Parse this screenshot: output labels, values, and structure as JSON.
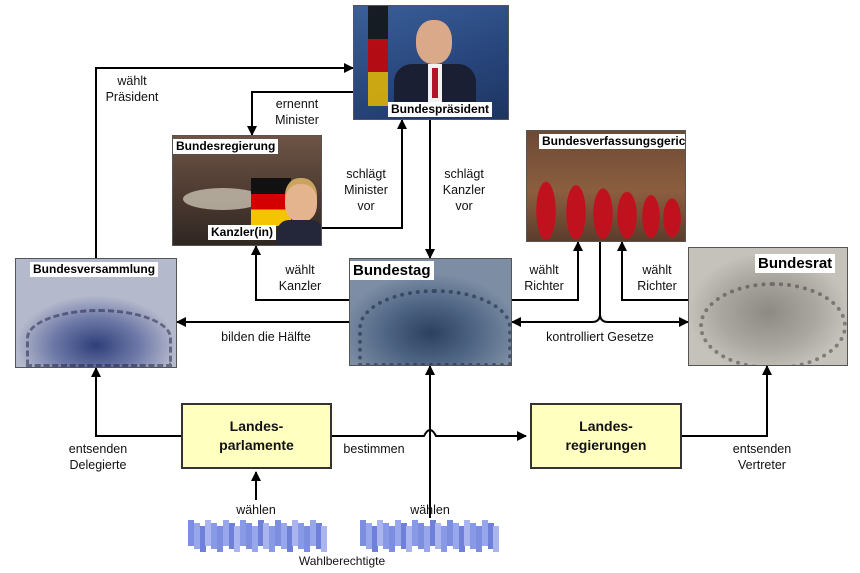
{
  "nodes": {
    "bundespraesident": {
      "label": "Bundespräsident"
    },
    "bundesregierung": {
      "label": "Bundesregierung",
      "sublabel": "Kanzler(in)"
    },
    "bundesverfassungsgericht": {
      "label": "Bundesverfassungsgericht"
    },
    "bundesversammlung": {
      "label": "Bundesversammlung"
    },
    "bundestag": {
      "label": "Bundestag"
    },
    "bundesrat": {
      "label": "Bundesrat"
    },
    "landesparlamente": {
      "label": "Landes-\nparlamente"
    },
    "landesregierungen": {
      "label": "Landes-\nregierungen"
    },
    "wahlberechtigte": {
      "label": "Wahlberechtigte"
    }
  },
  "edges": {
    "waehlt_praesident": "wählt\nPräsident",
    "ernennt_minister": "ernennt\nMinister",
    "schlaegt_minister_vor": "schlägt\nMinister\nvor",
    "schlaegt_kanzler_vor": "schlägt\nKanzler\nvor",
    "waehlt_kanzler": "wählt\nKanzler",
    "waehlt_richter_bt": "wählt\nRichter",
    "waehlt_richter_br": "wählt\nRichter",
    "bilden_die_haelfte": "bilden die Hälfte",
    "kontrolliert_gesetze": "kontrolliert Gesetze",
    "entsenden_delegierte": "entsenden\nDelegierte",
    "bestimmen": "bestimmen",
    "entsenden_vertreter": "entsenden\nVertreter",
    "waehlen_left": "wählen",
    "waehlen_right": "wählen"
  },
  "colors": {
    "box_fill": "#ffffc0",
    "arrow": "#000000",
    "voter_figures": "#8090e0"
  }
}
